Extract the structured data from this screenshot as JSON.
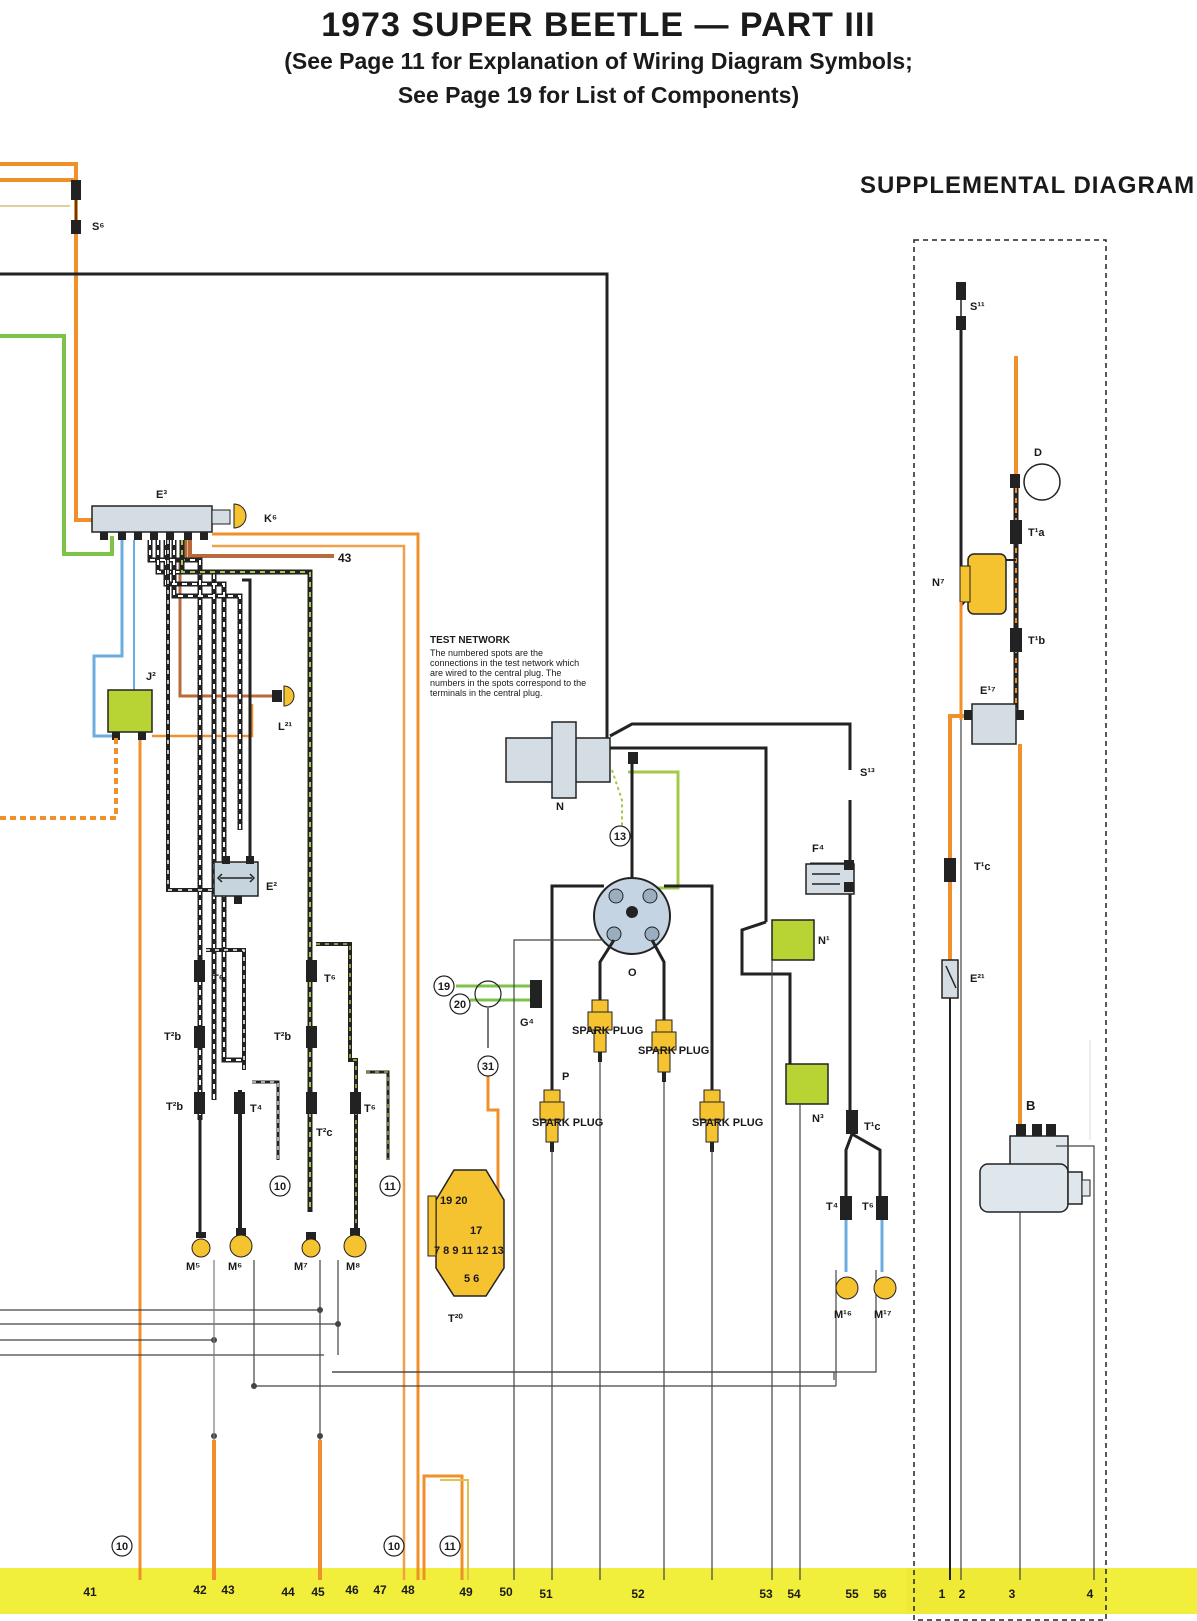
{
  "header": {
    "title": "1973 SUPER BEETLE — PART III",
    "subtitle_line1": "(See Page 11 for Explanation of Wiring Diagram Symbols;",
    "subtitle_line2": "See Page 19 for List of Components)"
  },
  "supplemental_label": "SUPPLEMENTAL DIAGRAM",
  "test_network": {
    "title": "TEST NETWORK",
    "text": "The numbered spots are the connections in the test network which are wired to the central plug. The numbers in the spots correspond to the terminals in the central plug."
  },
  "components": {
    "s6": "S⁶",
    "e3": "E³",
    "k6": "K⁶",
    "j2": "J²",
    "l21": "L²¹",
    "e2": "E²",
    "n": "N",
    "o": "O",
    "g4": "G⁴",
    "p": "P",
    "n1": "N¹",
    "n3": "N³",
    "f4": "F⁴",
    "s13": "S¹³",
    "t20": "T²⁰",
    "m5": "M⁵",
    "m6": "M⁶",
    "m7": "M⁷",
    "m8": "M⁸",
    "m16": "M¹⁶",
    "m17": "M¹⁷",
    "t6a": "T⁶",
    "t2b_1": "T²b",
    "t2b_2": "T²b",
    "t4": "T⁴",
    "t6b": "T⁶",
    "t2b_3": "T²b",
    "t2c": "T²c",
    "t6c": "T⁶",
    "t1c_right": "T¹c",
    "t4b": "T⁴",
    "t6d": "T⁶",
    "wire43": "43",
    "s11": "S¹¹",
    "d": "D",
    "t1a": "T¹a",
    "n7": "N⁷",
    "t1b": "T¹b",
    "e17": "E¹⁷",
    "t1c_supp": "T¹c",
    "e21": "E²¹",
    "b": "B",
    "spark_plug_1": "SPARK PLUG",
    "spark_plug_2": "SPARK PLUG",
    "spark_plug_3": "SPARK PLUG",
    "spark_plug_4": "SPARK PLUG",
    "plug_nums_top": "19 20",
    "plug_nums_mid": "17",
    "plug_nums_bottom": "7 8 9 11 12 13",
    "plug_nums_low": "5 6"
  },
  "test_points": [
    "13",
    "19",
    "20",
    "31",
    "10",
    "11",
    "10",
    "10",
    "11"
  ],
  "terminals": [
    "41",
    "42",
    "43",
    "44",
    "45",
    "46",
    "47",
    "48",
    "49",
    "50",
    "51",
    "52",
    "53",
    "54",
    "55",
    "56"
  ],
  "supplemental_terminals": [
    "1",
    "2",
    "3",
    "4"
  ],
  "colors": {
    "orange": "#f0902a",
    "green": "#7fc24a",
    "blue": "#6aaee0",
    "black": "#222222",
    "brown": "#b86a3a",
    "yellow_bar": "#f2ee3c",
    "component_yellow": "#f5c230",
    "coil_green": "#b8d434"
  }
}
